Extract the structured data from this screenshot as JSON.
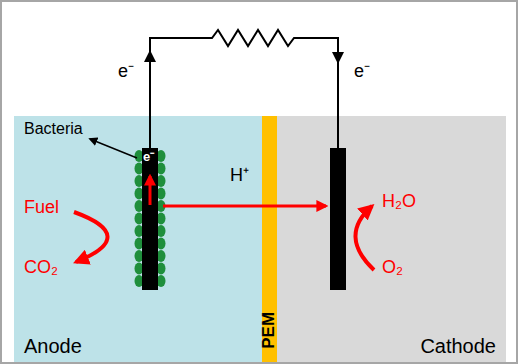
{
  "diagram": {
    "nodes": [
      {
        "text": [
          "Anode"
        ]
      },
      {
        "text": [
          "PEM"
        ]
      },
      {
        "text": [
          "Cathode"
        ]
      }
    ],
    "labels": [
      "e⁻",
      "e⁻",
      "e⁻",
      "Bacteria",
      "Fuel",
      "CO₂",
      "H⁺",
      "H₂O",
      "O₂"
    ]
  }
}
